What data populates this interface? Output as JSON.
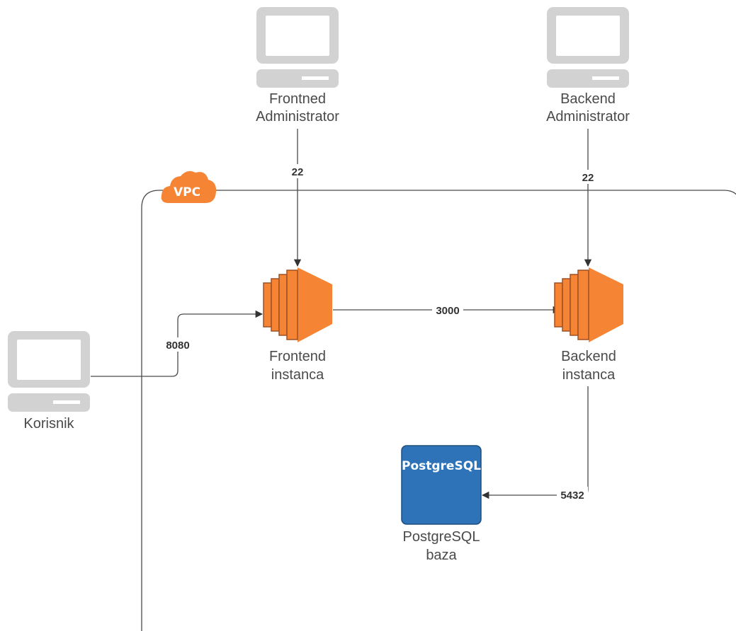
{
  "vpc": {
    "label": "VPC",
    "icon": "cloud-icon",
    "color": "#f58534"
  },
  "nodes": {
    "frontend_admin": {
      "line1": "Frontned",
      "line2": "Administrator",
      "icon": "desktop-computer-icon"
    },
    "backend_admin": {
      "line1": "Backend",
      "line2": "Administrator",
      "icon": "desktop-computer-icon"
    },
    "user": {
      "line1": "Korisnik",
      "icon": "desktop-computer-icon"
    },
    "frontend_instance": {
      "line1": "Frontend",
      "line2": "instanca",
      "icon": "ec2-instance-icon"
    },
    "backend_instance": {
      "line1": "Backend",
      "line2": "instanca",
      "icon": "ec2-instance-icon"
    },
    "database": {
      "line1": "PostgreSQL",
      "line2": "baza",
      "icon_text": "PostgreSQL",
      "icon": "database-icon",
      "color": "#2e73b8"
    }
  },
  "edges": {
    "frontend_admin_to_frontend": {
      "label": "22"
    },
    "backend_admin_to_backend": {
      "label": "22"
    },
    "user_to_frontend": {
      "label": "8080"
    },
    "frontend_to_backend": {
      "label": "3000"
    },
    "backend_to_database": {
      "label": "5432"
    }
  },
  "colors": {
    "ec2_orange": "#f58534",
    "ec2_dark": "#9d5025",
    "computer_gray": "#d2d2d2"
  }
}
